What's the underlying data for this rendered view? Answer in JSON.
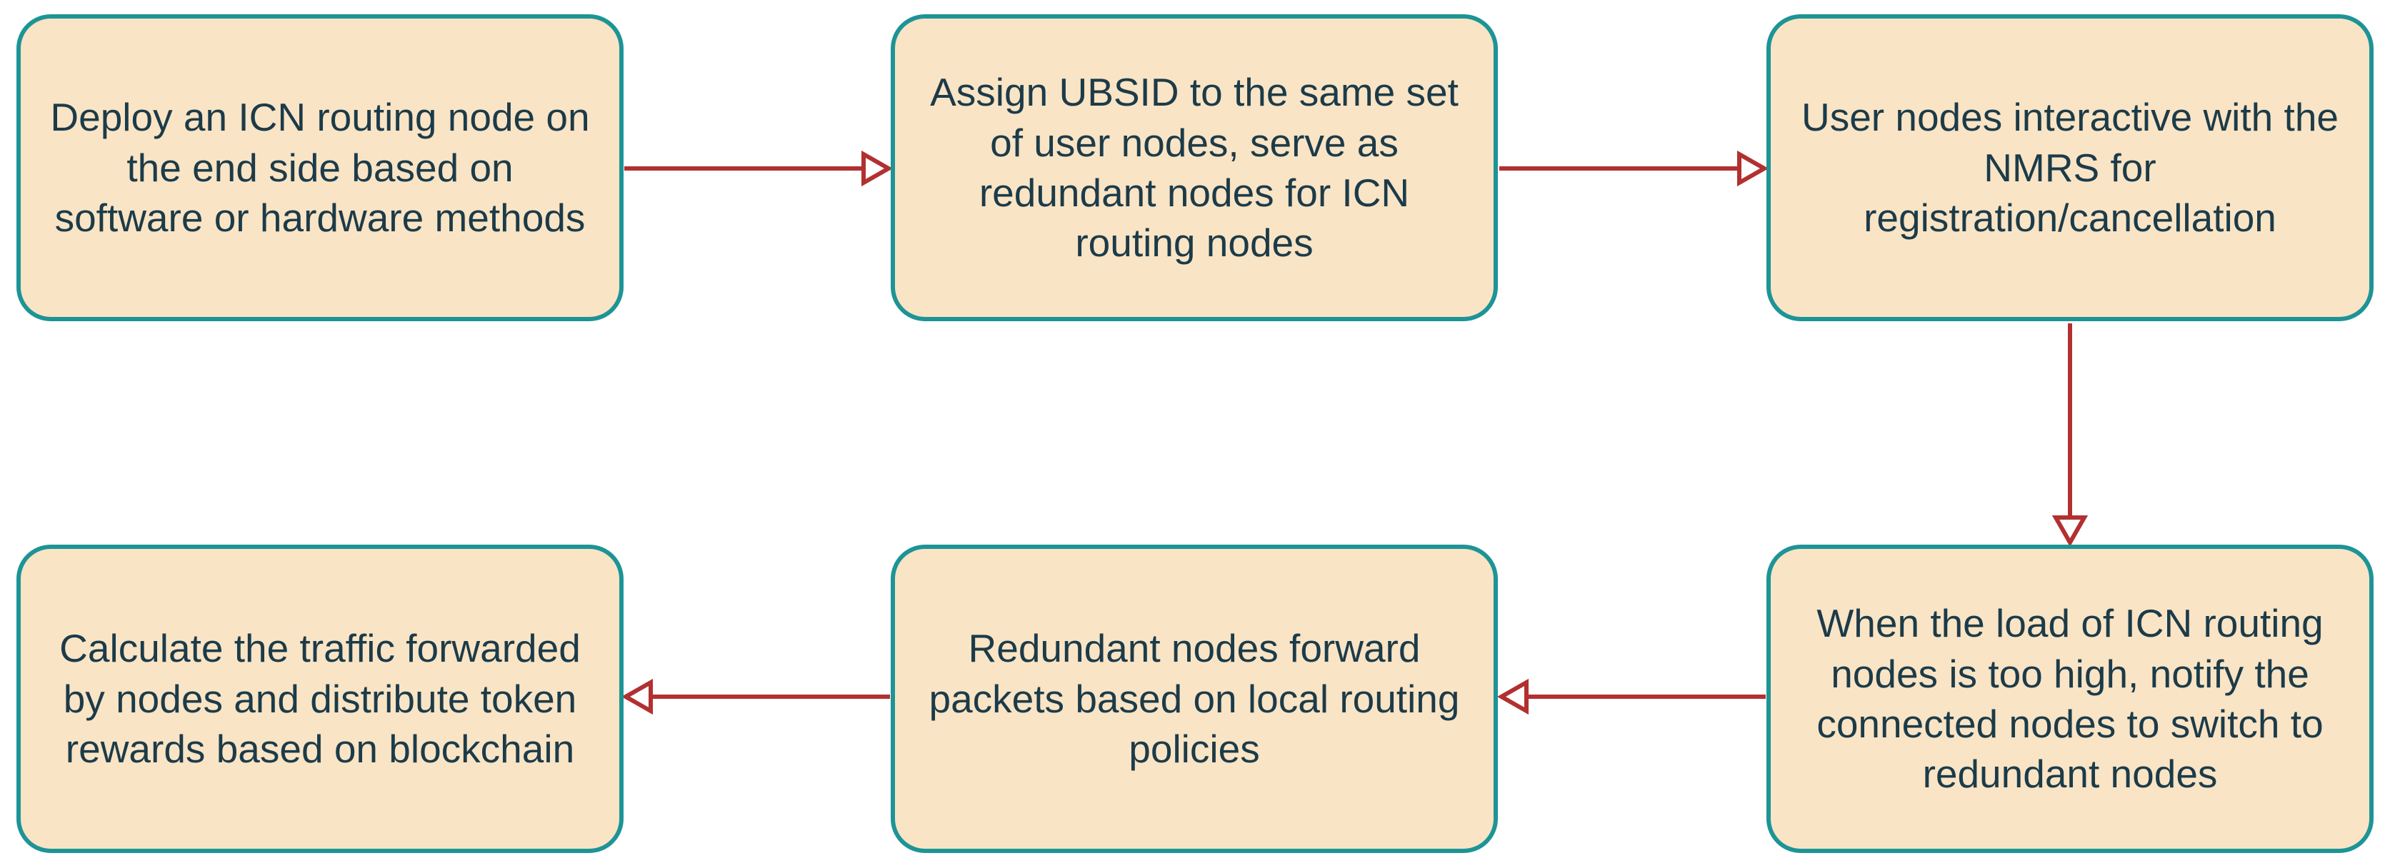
{
  "diagram": {
    "type": "flowchart",
    "colors": {
      "background": "#ffffff",
      "node_fill": "#f9e4c5",
      "node_border": "#1d9496",
      "text_color": "#1c3b49",
      "arrow_color": "#b23030"
    },
    "nodes": [
      {
        "id": "deploy-node",
        "text": "Deploy an ICN routing node on\nthe end side based on\nsoftware or hardware methods"
      },
      {
        "id": "assign-ubsid",
        "text": "Assign UBSID to the same set\nof user nodes, serve as\nredundant nodes for ICN\nrouting nodes"
      },
      {
        "id": "user-nodes-nmrs",
        "text": "User nodes interactive with the\nNMRS for\nregistration/cancellation"
      },
      {
        "id": "load-too-high",
        "text": "When the load of ICN routing\nnodes is too high, notify the\nconnected nodes to switch to\nredundant nodes"
      },
      {
        "id": "redundant-forward",
        "text": "Redundant nodes forward\npackets based on local routing\npolicies"
      },
      {
        "id": "calculate-rewards",
        "text": "Calculate the traffic forwarded\nby nodes and distribute token\nrewards based on blockchain"
      }
    ],
    "edges": [
      {
        "from": "deploy-node",
        "to": "assign-ubsid",
        "direction": "right",
        "arrowhead": "open-triangle"
      },
      {
        "from": "assign-ubsid",
        "to": "user-nodes-nmrs",
        "direction": "right",
        "arrowhead": "open-triangle"
      },
      {
        "from": "user-nodes-nmrs",
        "to": "load-too-high",
        "direction": "down",
        "arrowhead": "open-triangle"
      },
      {
        "from": "load-too-high",
        "to": "redundant-forward",
        "direction": "left",
        "arrowhead": "open-triangle"
      },
      {
        "from": "redundant-forward",
        "to": "calculate-rewards",
        "direction": "left",
        "arrowhead": "open-triangle"
      }
    ]
  }
}
